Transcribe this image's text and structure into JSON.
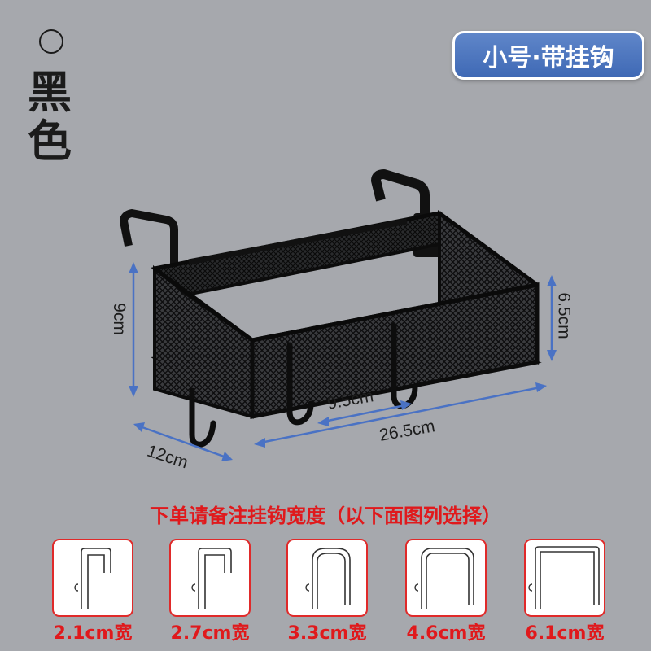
{
  "color_name": "黑色",
  "size_badge": "小号·带挂钩",
  "dimensions": {
    "height_left": "9cm",
    "height_right": "6.5cm",
    "hook_spacing": "9.5cm",
    "length": "26.5cm",
    "depth": "12cm"
  },
  "note": "下单请备注挂钩宽度（以下面图列选择）",
  "hook_options": [
    {
      "label": "2.1cm宽"
    },
    {
      "label": "2.7cm宽"
    },
    {
      "label": "3.3cm宽"
    },
    {
      "label": "4.6cm宽"
    },
    {
      "label": "6.1cm宽"
    }
  ],
  "colors": {
    "background": "#a6a8ad",
    "badge": "#4a73bc",
    "accent_red": "#e0191c",
    "dimension_arrow": "#4a72c4"
  }
}
